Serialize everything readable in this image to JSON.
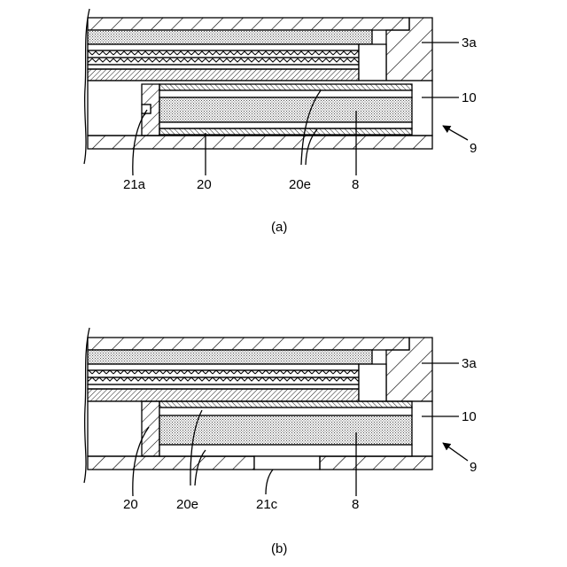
{
  "figure_a": {
    "caption": "(a)",
    "labels": {
      "ref_3a": "3a",
      "ref_10": "10",
      "ref_9": "9",
      "ref_21a": "21a",
      "ref_20": "20",
      "ref_20e": "20e",
      "ref_8": "8"
    }
  },
  "figure_b": {
    "caption": "(b)",
    "labels": {
      "ref_3a": "3a",
      "ref_10": "10",
      "ref_9": "9",
      "ref_20": "20",
      "ref_20e": "20e",
      "ref_21c": "21c",
      "ref_8": "8"
    }
  }
}
